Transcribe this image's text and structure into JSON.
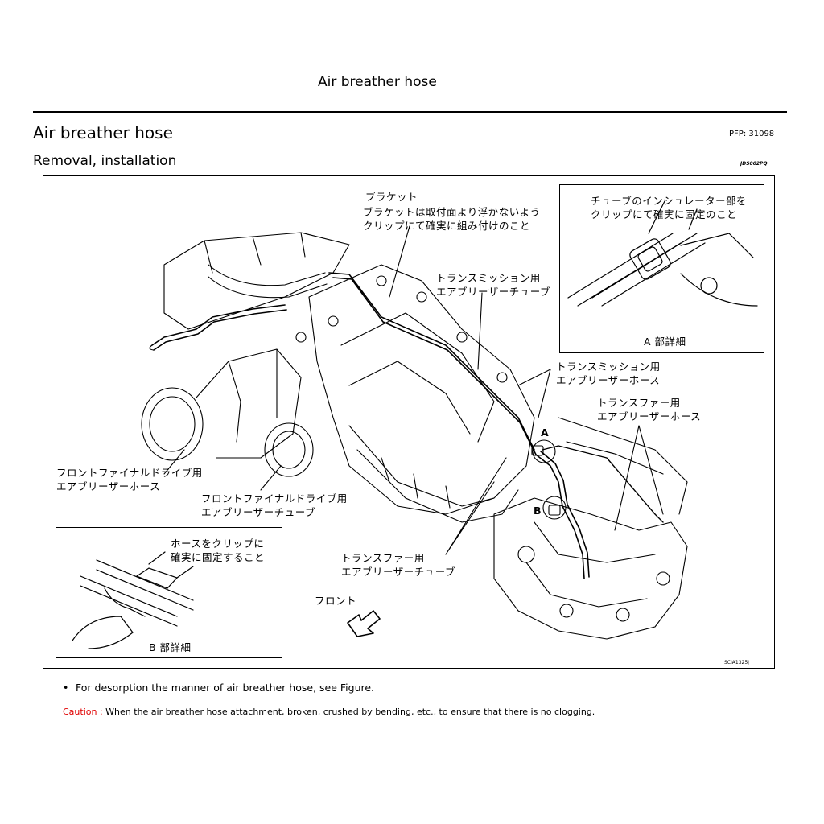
{
  "page": {
    "running_header": "Air breather hose",
    "section_title": "Air breather hose",
    "pfp": "PFP: 31098",
    "subsection_title": "Removal, installation",
    "figure_code": "JDS002PQ"
  },
  "figure": {
    "image_id": "SCIA1325J",
    "labels": {
      "bracket_title": "ブラケット",
      "bracket_note_1": "ブラケットは取付面より浮かないよう",
      "bracket_note_2": "クリップにて確実に組み付けのこと",
      "detail_a_note_1": "チューブのインシュレーター部を",
      "detail_a_note_2": "クリップにて確実に固定のこと",
      "detail_a_caption": "A 部詳細",
      "tm_tube_1": "トランスミッション用",
      "tm_tube_2": "エアブリーザーチューブ",
      "tm_hose_1": "トランスミッション用",
      "tm_hose_2": "エアブリーザーホース",
      "tf_hose_1": "トランスファー用",
      "tf_hose_2": "エアブリーザーホース",
      "ffd_hose_1": "フロントファイナルドライブ用",
      "ffd_hose_2": "エアブリーザーホース",
      "ffd_tube_1": "フロントファイナルドライブ用",
      "ffd_tube_2": "エアブリーザーチューブ",
      "detail_b_note_1": "ホースをクリップに",
      "detail_b_note_2": "確実に固定すること",
      "detail_b_caption": "B 部詳細",
      "tf_tube_1": "トランスファー用",
      "tf_tube_2": "エアブリーザーチューブ",
      "front": "フロント",
      "callout_a": "A",
      "callout_b": "B"
    }
  },
  "notes": {
    "bullet": "For desorption the manner of air breather hose, see Figure.",
    "caution_label": "Caution :",
    "caution_text": "When the air breather hose attachment, broken, crushed by bending, etc., to ensure that there is no clogging."
  }
}
